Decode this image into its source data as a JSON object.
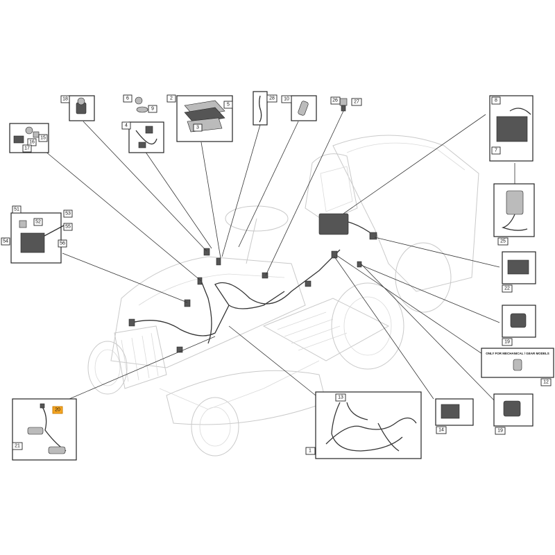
{
  "labels": {
    "l1": "1",
    "l2": "2",
    "l3": "3",
    "l4": "4",
    "l5": "5",
    "l6": "6",
    "l7": "7",
    "l8": "8",
    "l9": "9",
    "l10": "10",
    "l12": "12",
    "l13": "13",
    "l14": "14",
    "l15": "15",
    "l16": "16",
    "l17": "17",
    "l18": "18",
    "l19a": "19",
    "l19b": "19",
    "l20": "20",
    "l21": "21",
    "l22": "22",
    "l25": "25",
    "l26": "26",
    "l27": "27",
    "l28": "28",
    "l51": "51",
    "l52": "52",
    "l53": "53",
    "l54": "54",
    "l55": "55",
    "l56": "56"
  },
  "notes": {
    "mechanical_gear": "ONLY FOR MECHANICAL / GEAR MODELS"
  },
  "colors": {
    "highlight": "#f6a623",
    "outline": "#222222",
    "ghost": "#c9c9c9"
  }
}
